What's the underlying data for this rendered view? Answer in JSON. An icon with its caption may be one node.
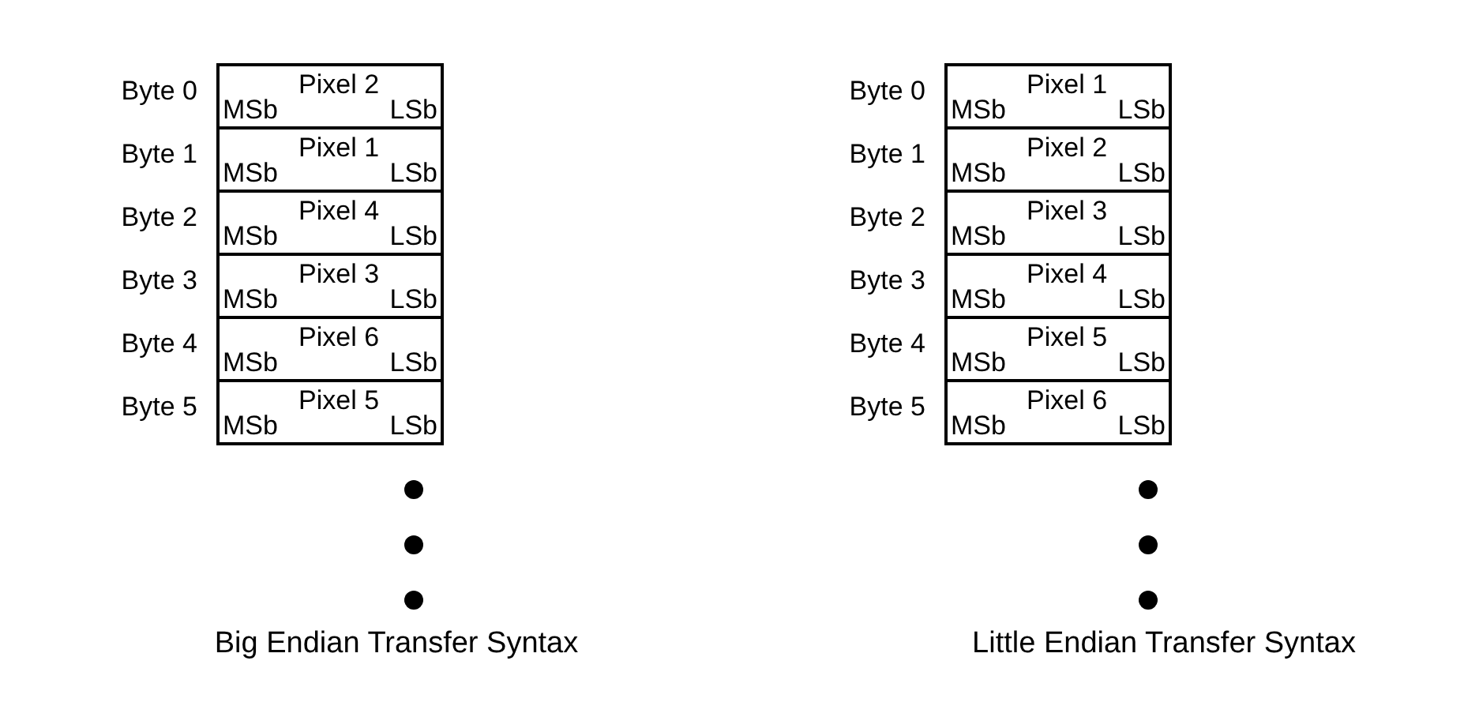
{
  "diagram": {
    "nodes": [
      {
        "text": [
          "MSb",
          "Pixel 2",
          "LSb"
        ],
        "beside": [
          "Byte 0"
        ]
      },
      {
        "text": [
          "MSb",
          "Pixel 1",
          "LSb"
        ],
        "beside": [
          "Byte 1"
        ]
      },
      {
        "text": [
          "MSb",
          "Pixel 4",
          "LSb"
        ],
        "beside": [
          "Byte 2"
        ]
      },
      {
        "text": [
          "MSb",
          "Pixel 3",
          "LSb"
        ],
        "beside": [
          "Byte 3"
        ]
      },
      {
        "text": [
          "MSb",
          "Pixel 6",
          "LSb"
        ],
        "beside": [
          "Byte 4"
        ]
      },
      {
        "text": [
          "MSb",
          "Pixel 5",
          "LSb"
        ],
        "beside": [
          "Byte 5"
        ]
      },
      {
        "text": [
          "MSb",
          "Pixel 1",
          "LSb"
        ],
        "beside": [
          "Byte 0"
        ]
      },
      {
        "text": [
          "MSb",
          "Pixel 2",
          "LSb"
        ],
        "beside": [
          "Byte 1"
        ]
      },
      {
        "text": [
          "MSb",
          "Pixel 3",
          "LSb"
        ],
        "beside": [
          "Byte 2"
        ]
      },
      {
        "text": [
          "MSb",
          "Pixel 4",
          "LSb"
        ],
        "beside": [
          "Byte 3"
        ]
      },
      {
        "text": [
          "MSb",
          "Pixel 5",
          "LSb"
        ],
        "beside": [
          "Byte 4"
        ]
      },
      {
        "text": [
          "MSb",
          "Pixel 6",
          "LSb"
        ],
        "beside": [
          "Byte 5"
        ]
      }
    ],
    "labels": [
      "Big Endian Transfer Syntax",
      "Little Endian Transfer Syntax"
    ]
  }
}
